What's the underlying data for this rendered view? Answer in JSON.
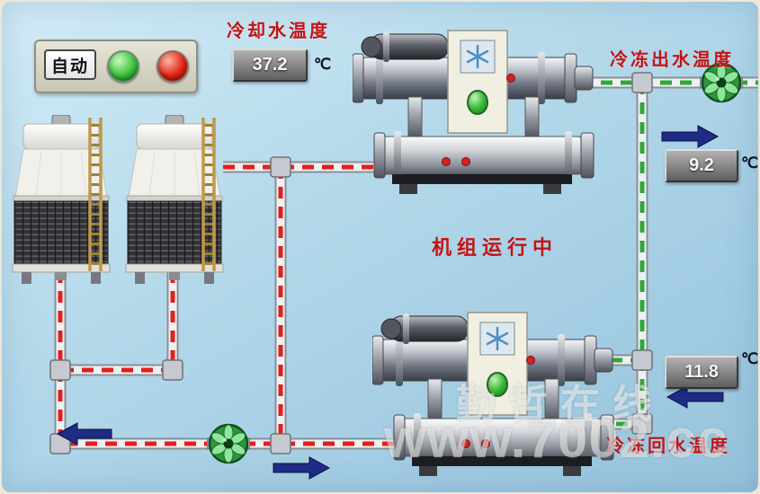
{
  "panel": {
    "auto_label": "自动"
  },
  "labels": {
    "cooling_water_temp": "冷却水温度",
    "chilled_outlet_temp": "冷冻出水温度",
    "chilled_return_temp": "冷冻回水温度",
    "unit_running": "机组运行中",
    "celsius": "℃"
  },
  "readings": {
    "cooling_water_temp": "37.2",
    "chilled_outlet_temp": "9.2",
    "chilled_return_temp": "11.8"
  },
  "watermark": {
    "brand": "勤哲在线",
    "url": "www.7002.cc"
  },
  "colors": {
    "background_blue": "#b3d8ea",
    "label_red": "#c41414",
    "cooling_pipe_red": "#e01f1f",
    "chilled_pipe_green": "#2fa83a",
    "flow_arrow_blue": "#1e2c86",
    "run_light_green": "#3bc43c",
    "alarm_light_red": "#e02616",
    "display_value": "#f5f5f5"
  },
  "icons": {
    "pump_icon": "green-fan",
    "snowflake_icon": "snowflake",
    "ladder_icon": "ladder",
    "flow_arrow": "solid-arrow",
    "indicator_light": "round-lamp"
  }
}
